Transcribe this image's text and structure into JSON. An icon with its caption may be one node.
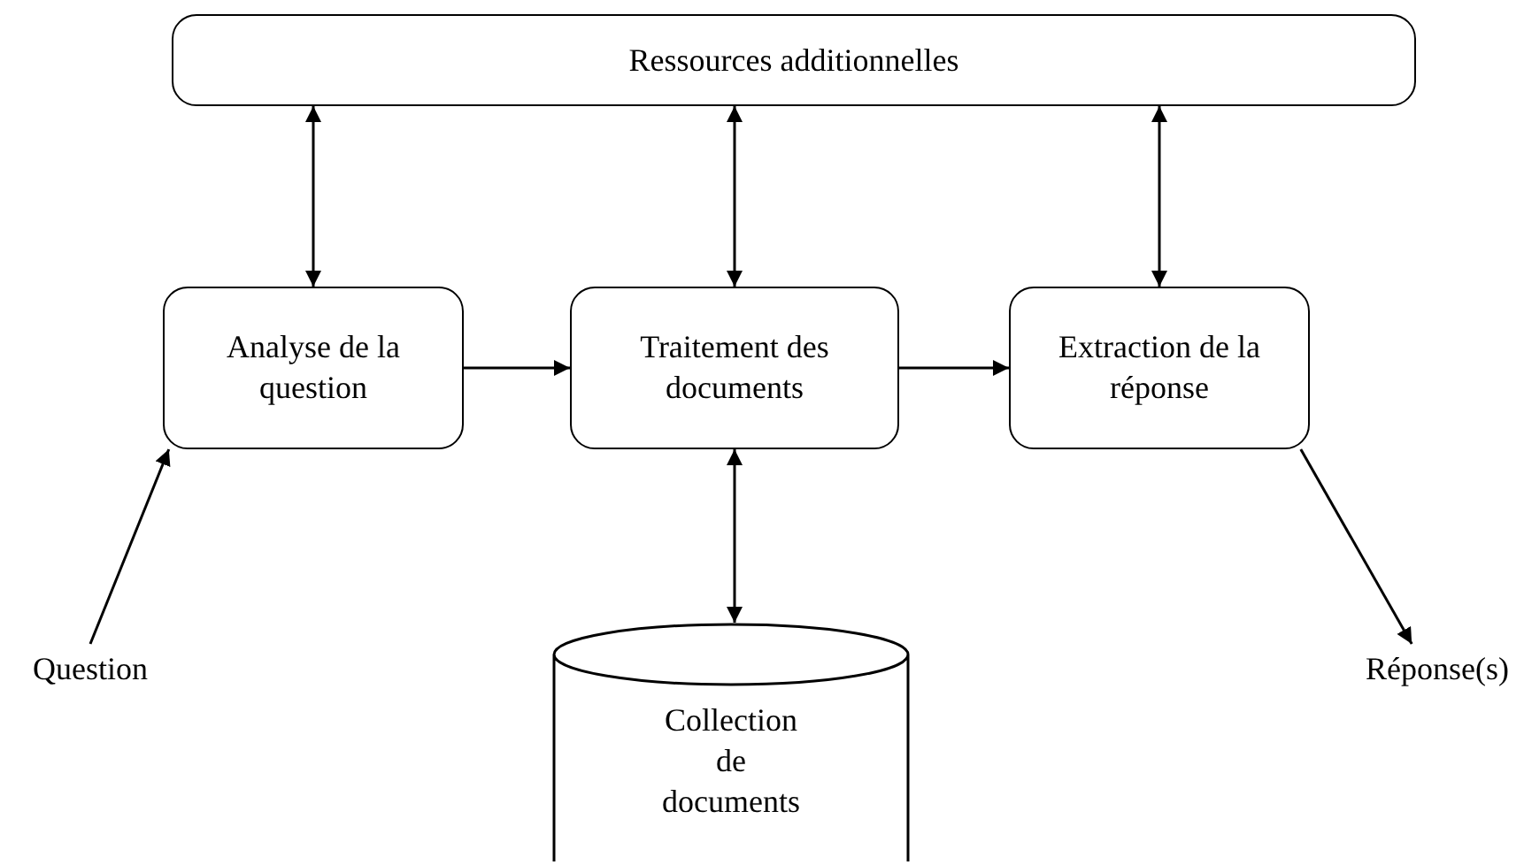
{
  "diagram": {
    "nodes": [
      {
        "text": [
          "Ressources additionnelles"
        ]
      },
      {
        "text": [
          "Analyse de la question"
        ]
      },
      {
        "text": [
          "Traitement des documents"
        ]
      },
      {
        "text": [
          "Extraction de la réponse"
        ]
      },
      {
        "text": [
          "Collection de documents"
        ]
      },
      {
        "text": [
          "Question"
        ]
      },
      {
        "text": [
          "Réponse(s)"
        ]
      }
    ],
    "edges": [
      {
        "from": 1,
        "to": 0,
        "arrow": "both"
      },
      {
        "from": 2,
        "to": 0,
        "arrow": "both"
      },
      {
        "from": 3,
        "to": 0,
        "arrow": "both"
      },
      {
        "from": 1,
        "to": 2,
        "arrow": "to"
      },
      {
        "from": 2,
        "to": 3,
        "arrow": "to"
      },
      {
        "from": 2,
        "to": 4,
        "arrow": "both"
      },
      {
        "from": 5,
        "to": 1,
        "arrow": "to"
      },
      {
        "from": 3,
        "to": 6,
        "arrow": "to"
      }
    ]
  }
}
